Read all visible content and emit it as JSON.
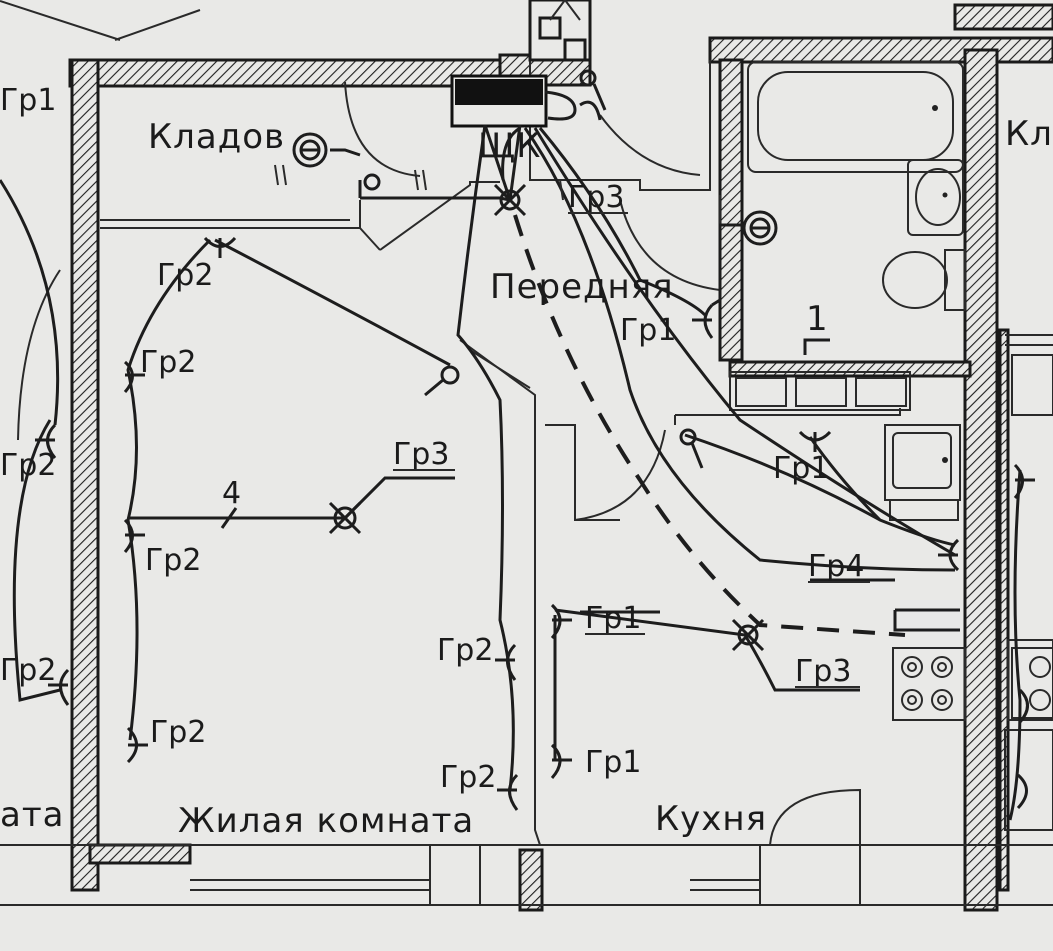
{
  "rooms": {
    "pantry": "Кладов",
    "hall": "Передняя",
    "living": "Жилая комната",
    "kitchen": "Кухня",
    "left_partial": "ата",
    "right_partial": "Кла",
    "bathroom_number": "1"
  },
  "panel": {
    "label": "ЩК"
  },
  "groups": {
    "g1": "Гр1",
    "g2": "Гр2",
    "g3": "Гр3",
    "g4": "Гр4"
  },
  "wire_count": "4",
  "colors": {
    "line": "#1d1d1d",
    "paper": "#e9e9e7"
  }
}
